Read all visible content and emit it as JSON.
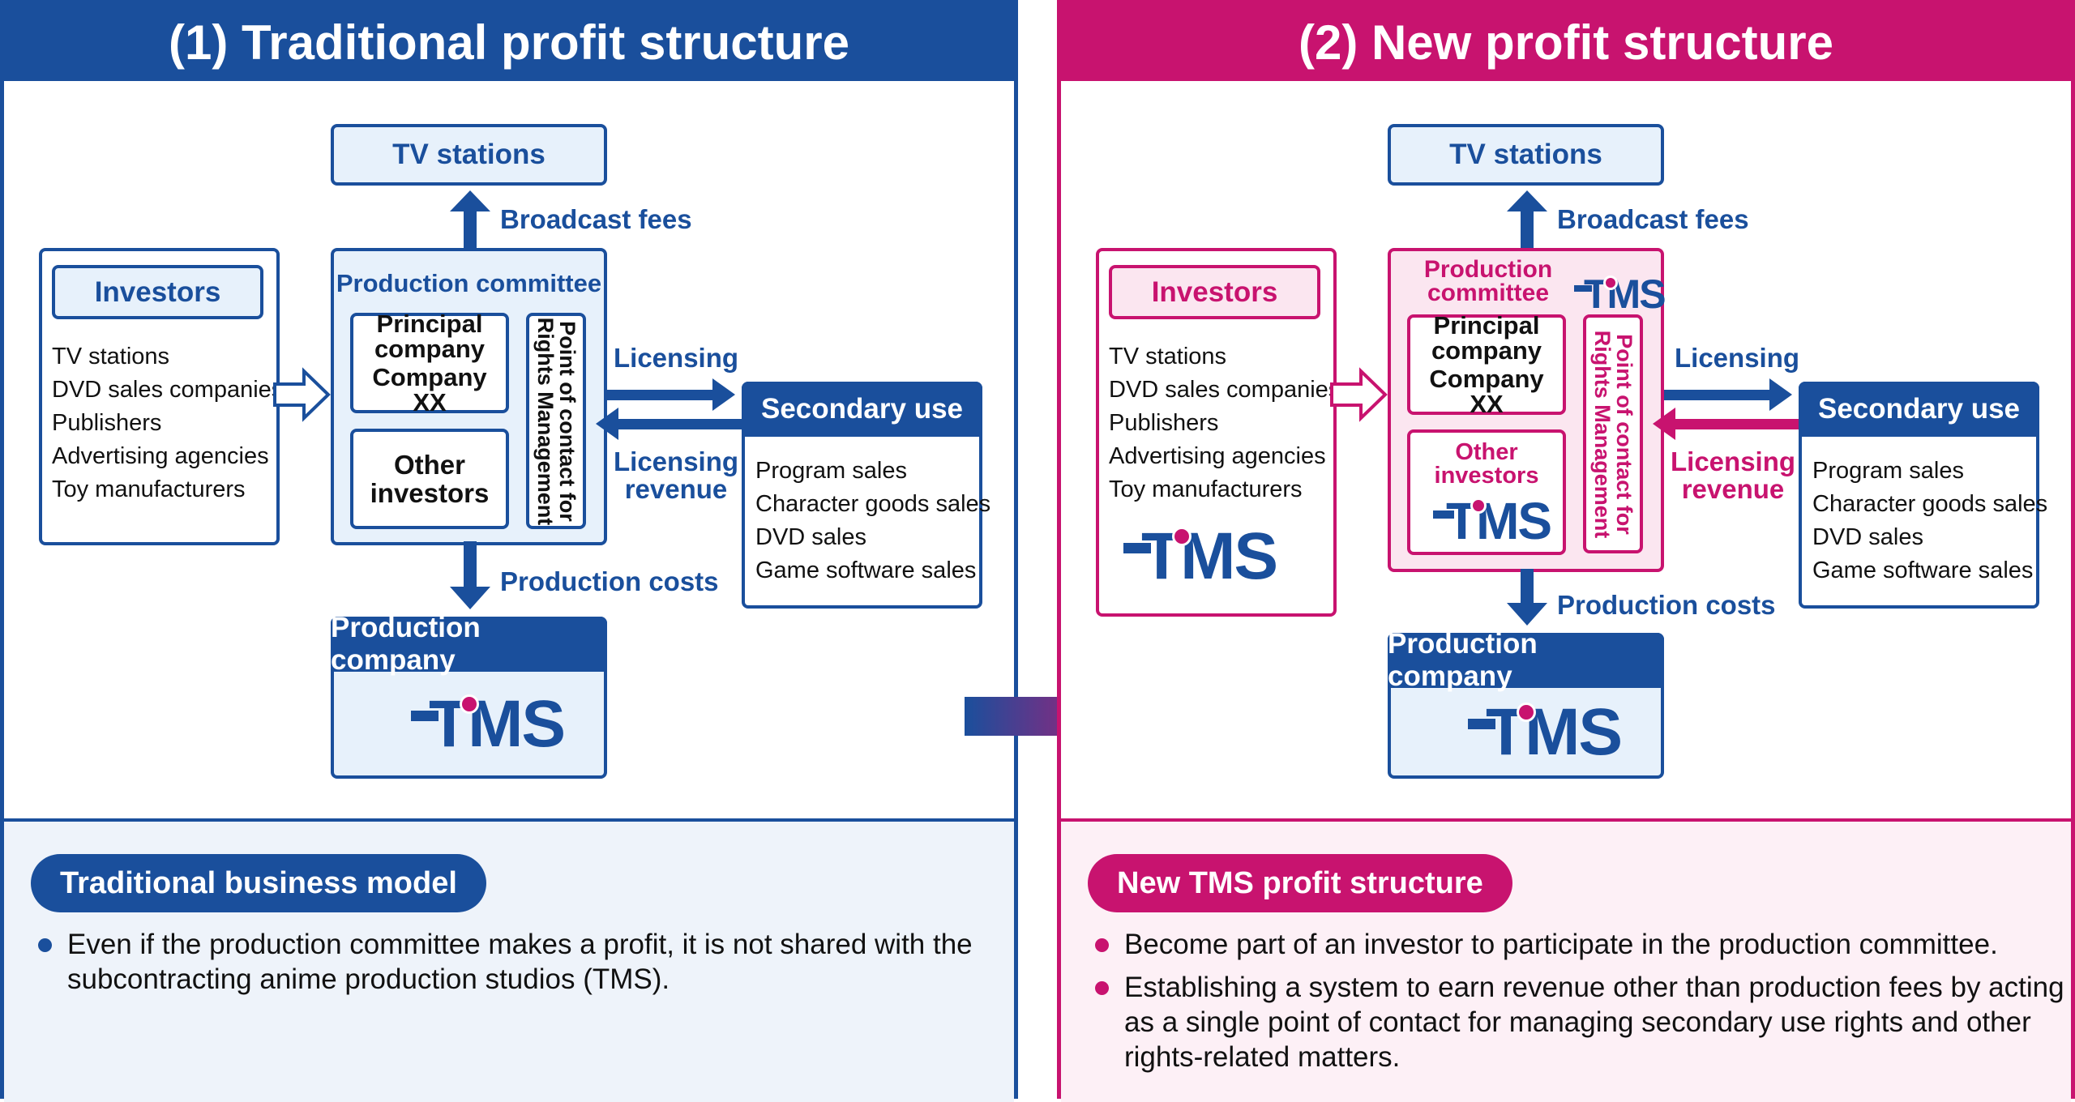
{
  "left": {
    "title": "(1) Traditional profit structure",
    "tv_stations": "TV stations",
    "broadcast_fees": "Broadcast fees",
    "investors": {
      "title": "Investors",
      "items": [
        "TV stations",
        "DVD sales companies",
        "Publishers",
        "Advertising agencies",
        "Toy manufacturers"
      ]
    },
    "production_committee": "Production committee",
    "principal_company": [
      "Principal",
      "company",
      "Company XX"
    ],
    "other_investors": [
      "Other",
      "investors"
    ],
    "rights_contact": [
      "Point of contact for",
      "Rights Management"
    ],
    "licensing": "Licensing",
    "licensing_revenue": [
      "Licensing",
      "revenue"
    ],
    "secondary_use": {
      "title": "Secondary use",
      "items": [
        "Program sales",
        "Character goods sales",
        "DVD sales",
        "Game software sales"
      ]
    },
    "production_costs": "Production costs",
    "production_company": "Production company",
    "logo_text": "TMS",
    "summary_title": "Traditional business model",
    "bullets": [
      "Even if the production committee makes a profit, it is not shared with the subcontracting anime production studios (TMS)."
    ]
  },
  "right": {
    "title": "(2) New profit structure",
    "tv_stations": "TV stations",
    "broadcast_fees": "Broadcast fees",
    "investors": {
      "title": "Investors",
      "items": [
        "TV stations",
        "DVD sales companies",
        "Publishers",
        "Advertising agencies",
        "Toy manufacturers"
      ]
    },
    "production_committee": [
      "Production",
      "committee"
    ],
    "principal_company": [
      "Principal",
      "company",
      "Company XX"
    ],
    "other_investors": [
      "Other",
      "investors"
    ],
    "rights_contact": [
      "Point of contact for",
      "Rights Management"
    ],
    "licensing": "Licensing",
    "licensing_revenue": [
      "Licensing",
      "revenue"
    ],
    "secondary_use": {
      "title": "Secondary use",
      "items": [
        "Program sales",
        "Character goods sales",
        "DVD sales",
        "Game software sales"
      ]
    },
    "production_costs": "Production costs",
    "production_company": "Production company",
    "logo_text": "TMS",
    "summary_title": "New TMS profit structure",
    "bullets": [
      "Become part of an investor to participate in the production committee.",
      "Establishing a system to earn revenue other than production fees by acting as a single point of contact for managing secondary use rights and other rights-related matters."
    ]
  },
  "colors": {
    "blue": "#1a4f9c",
    "magenta": "#c8136f",
    "light_blue": "#e7f1fb",
    "light_pink": "#fbe6f0"
  },
  "icons": [
    "tms-logo",
    "transition-arrow-icon"
  ]
}
